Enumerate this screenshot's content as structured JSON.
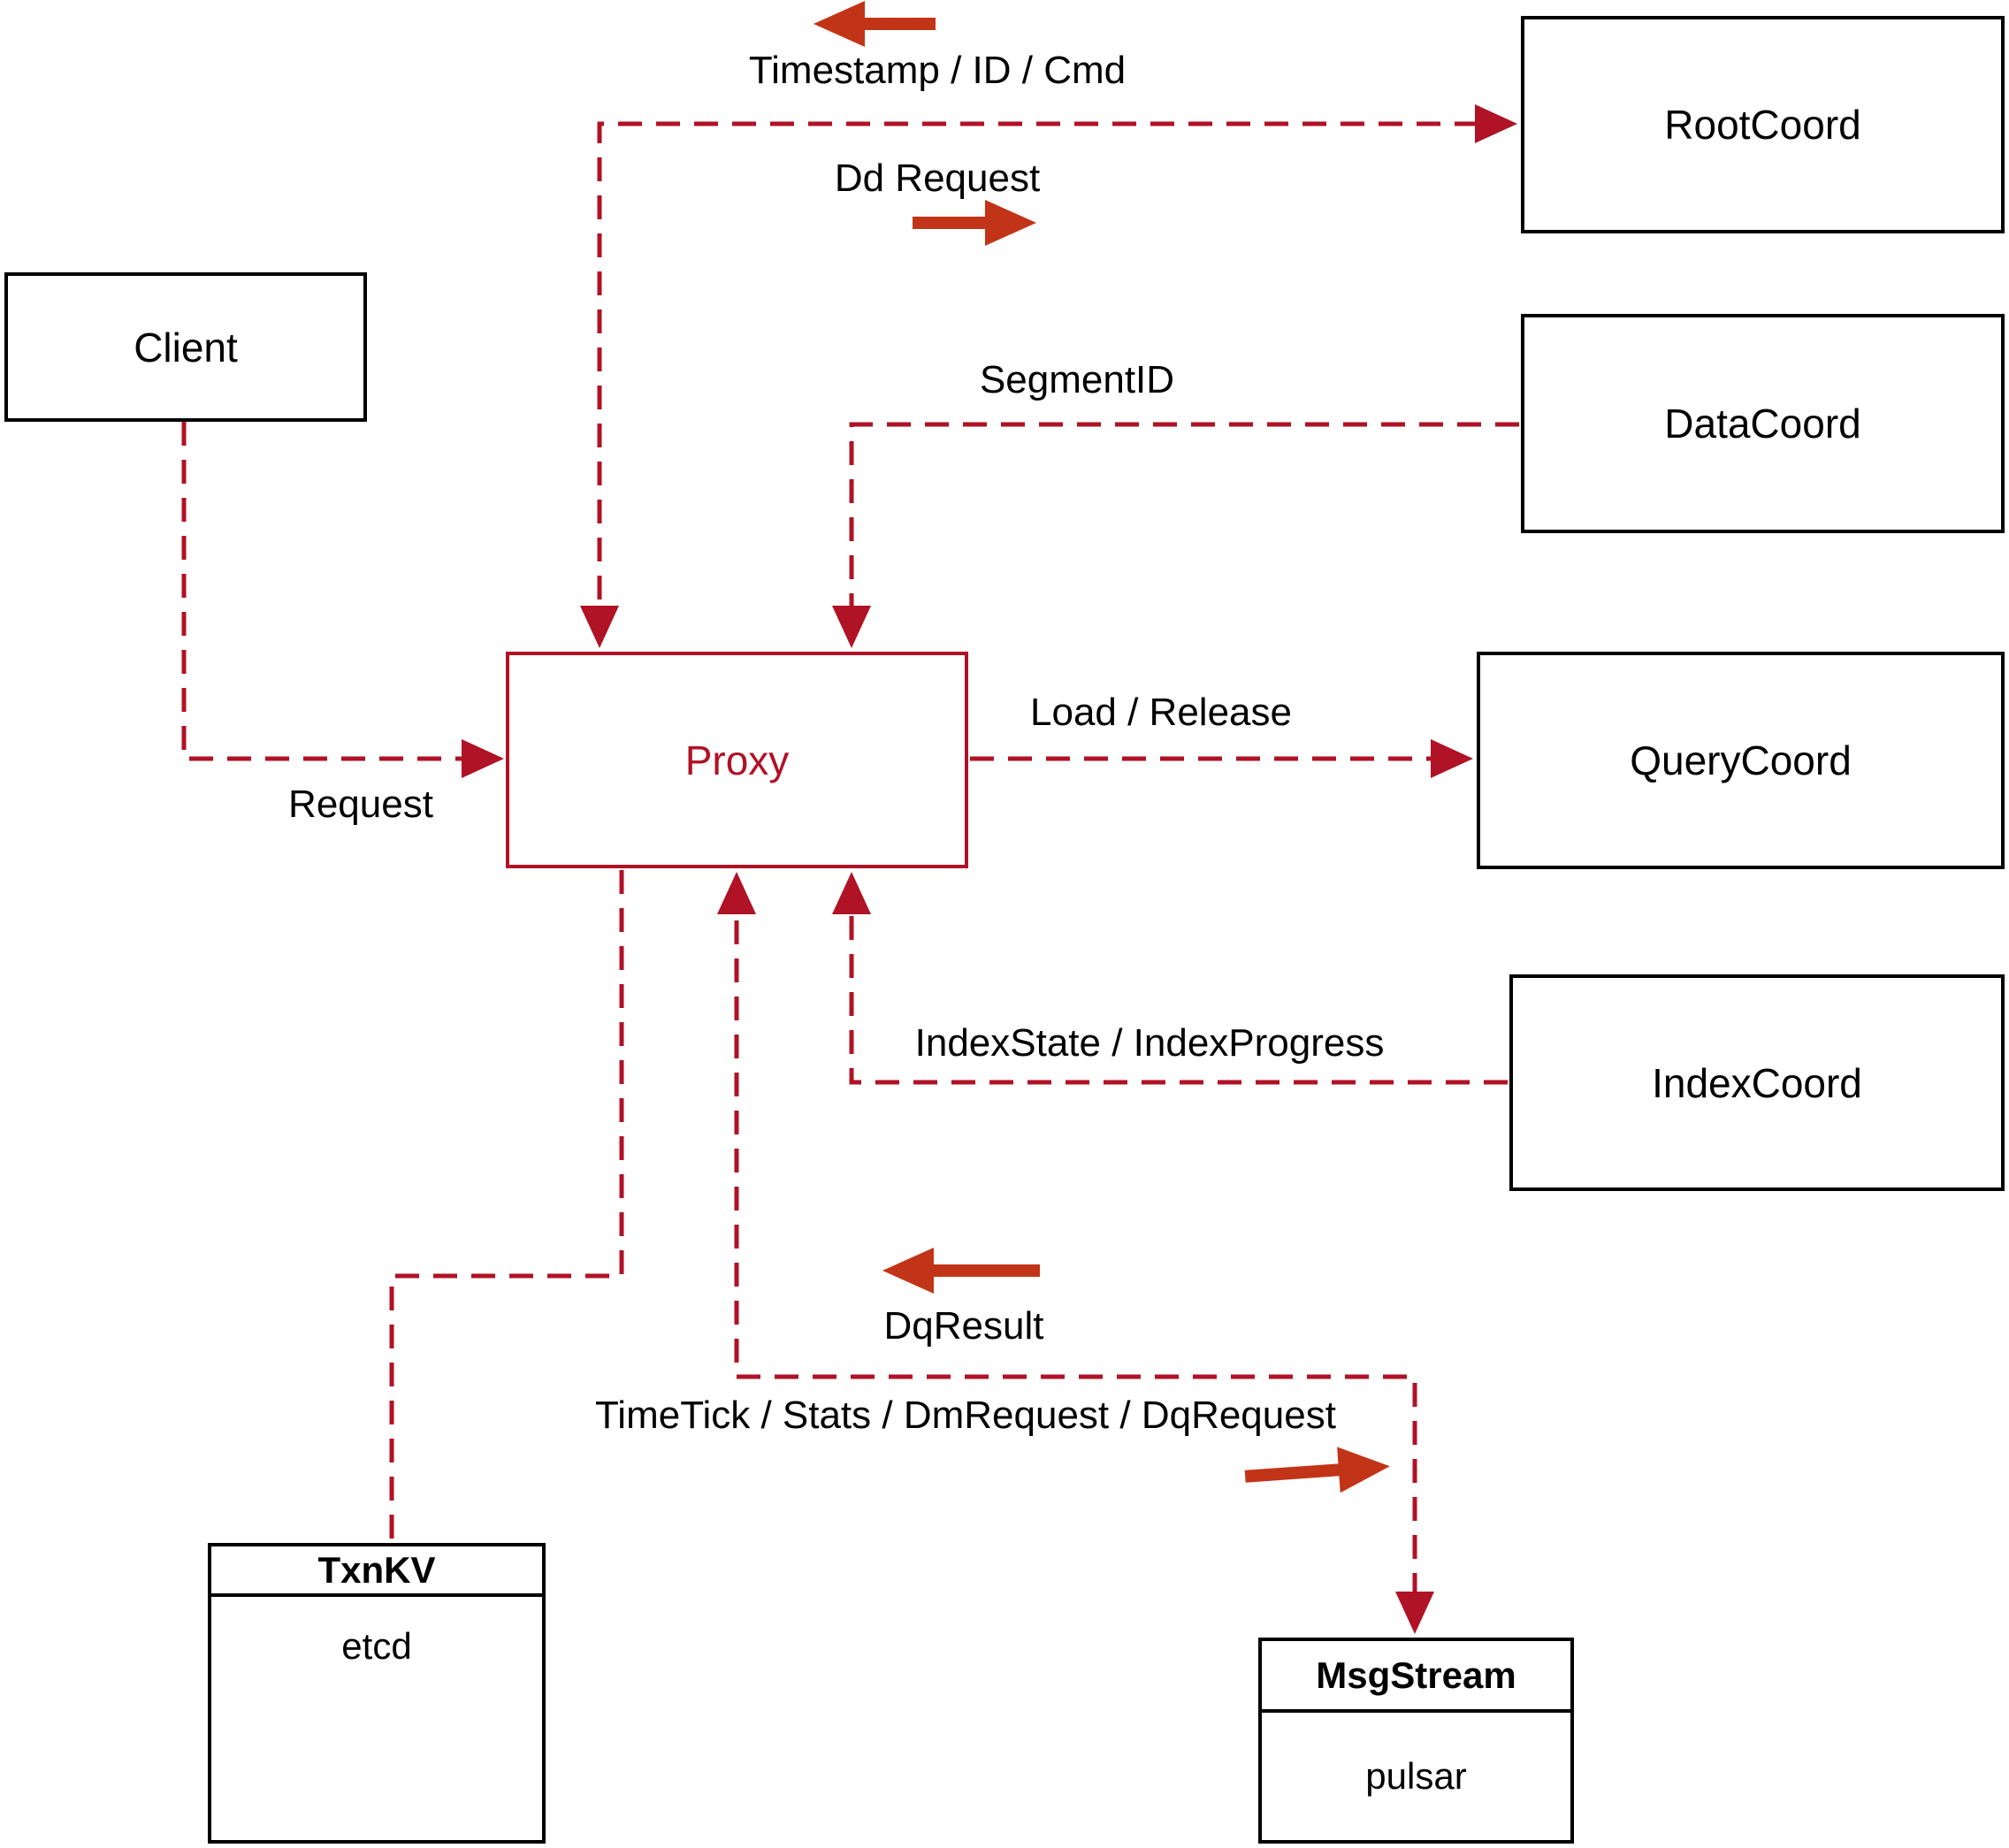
{
  "diagram_type": "architecture-flow",
  "theme": {
    "line_red": "#b01226",
    "arrow_red": "#c23418",
    "box_border": "#000000",
    "text_color": "#000000",
    "background": "#ffffff"
  },
  "nodes": {
    "client": {
      "label": "Client"
    },
    "proxy": {
      "label": "Proxy"
    },
    "root_coord": {
      "label": "RootCoord"
    },
    "data_coord": {
      "label": "DataCoord"
    },
    "query_coord": {
      "label": "QueryCoord"
    },
    "index_coord": {
      "label": "IndexCoord"
    },
    "txn_kv": {
      "title": "TxnKV",
      "impl": "etcd"
    },
    "msg_stream": {
      "title": "MsgStream",
      "impl": "pulsar"
    }
  },
  "edges": [
    {
      "id": "client-proxy",
      "from": "Client",
      "to": "Proxy",
      "label": "Request",
      "style": "dashed",
      "arrow": "into-proxy"
    },
    {
      "id": "proxy-rootcoord",
      "from": "Proxy",
      "to": "RootCoord",
      "style": "dashed",
      "arrow": "both",
      "labels": {
        "to_proxy": "Timestamp / ID / Cmd",
        "to_rootcoord": "Dd Request"
      }
    },
    {
      "id": "datacoord-proxy",
      "from": "DataCoord",
      "to": "Proxy",
      "label": "SegmentID",
      "style": "dashed",
      "arrow": "into-proxy"
    },
    {
      "id": "proxy-querycoord",
      "from": "Proxy",
      "to": "QueryCoord",
      "label": "Load / Release",
      "style": "dashed",
      "arrow": "into-querycoord"
    },
    {
      "id": "indexcoord-proxy",
      "from": "IndexCoord",
      "to": "Proxy",
      "label": "IndexState / IndexProgress",
      "style": "dashed",
      "arrow": "into-proxy"
    },
    {
      "id": "proxy-txnkv",
      "from": "Proxy",
      "to": "TxnKV",
      "style": "dashed",
      "arrow": "none"
    },
    {
      "id": "proxy-msgstream",
      "from": "Proxy",
      "to": "MsgStream",
      "style": "dashed",
      "arrow": "both",
      "labels": {
        "to_proxy": "DqResult",
        "to_msgstream": "TimeTick / Stats / DmRequest / DqRequest"
      }
    }
  ]
}
